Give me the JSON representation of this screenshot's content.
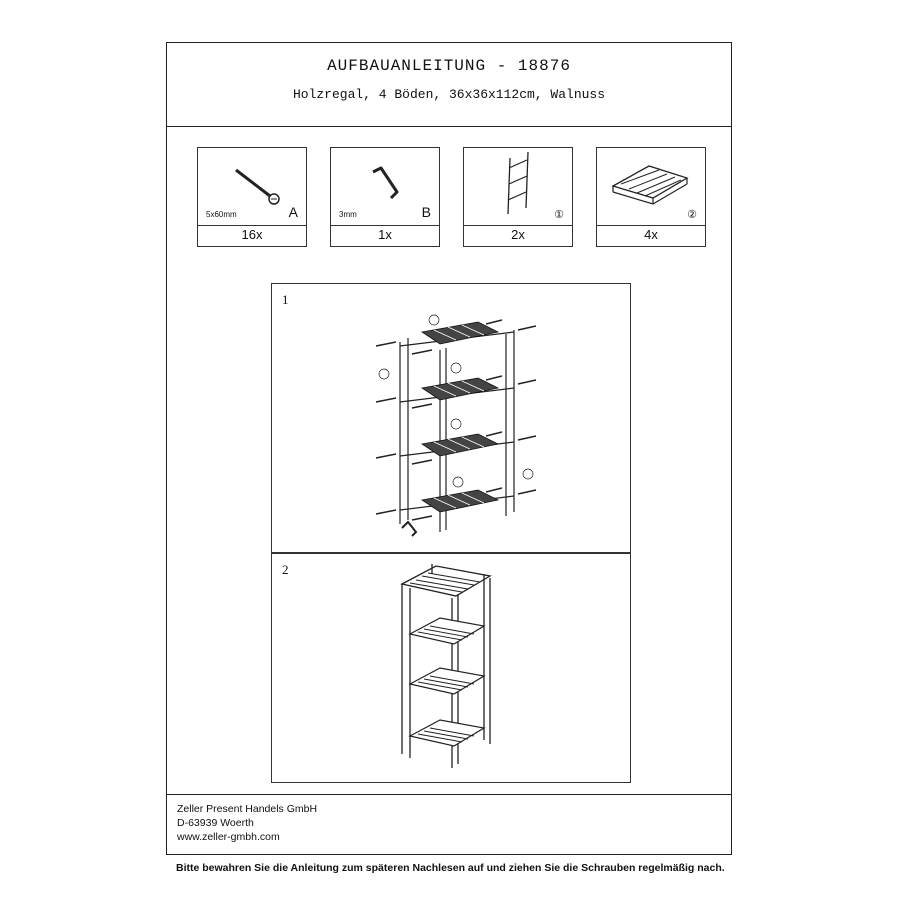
{
  "header": {
    "title": "AUFBAUANLEITUNG - 18876",
    "subtitle": "Holzregal, 4 Böden, 36x36x112cm, Walnuss"
  },
  "parts": [
    {
      "icon": "screw-icon",
      "size": "5x60mm",
      "letter": "A",
      "qty": "16x"
    },
    {
      "icon": "allen-key-icon",
      "size": "3mm",
      "letter": "B",
      "qty": "1x"
    },
    {
      "icon": "side-frame-icon",
      "circle": "①",
      "qty": "2x"
    },
    {
      "icon": "slatted-shelf-icon",
      "circle": "②",
      "qty": "4x"
    }
  ],
  "steps": [
    {
      "number": "1",
      "icon": "exploded-assembly-icon"
    },
    {
      "number": "2",
      "icon": "finished-shelf-icon"
    }
  ],
  "footer": {
    "company": "Zeller Present Handels GmbH",
    "address": "D-63939 Woerth",
    "website": "www.zeller-gmbh.com"
  },
  "note": "Bitte bewahren Sie die Anleitung zum späteren Nachlesen auf und ziehen Sie die Schrauben regelmäßig nach."
}
